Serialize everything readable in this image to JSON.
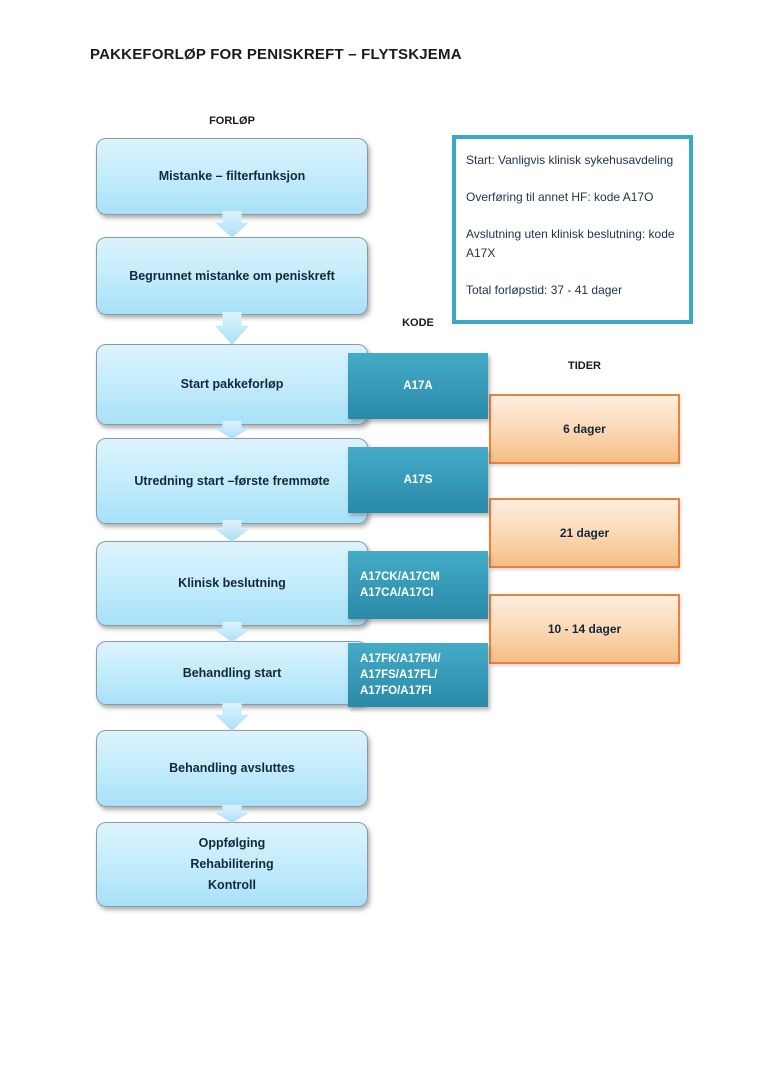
{
  "title": "PAKKEFORLØP FOR PENISKREFT – FLYTSKJEMA",
  "columns": {
    "flow_label": "FORLØP",
    "code_label": "KODE",
    "time_label": "TIDER"
  },
  "flow": {
    "steps": [
      {
        "lines": [
          "Mistanke – filterfunksjon"
        ]
      },
      {
        "lines": [
          "Begrunnet mistanke om peniskreft"
        ]
      },
      {
        "lines": [
          "Start pakkeforløp"
        ]
      },
      {
        "lines": [
          "Utredning start –første fremmøte"
        ]
      },
      {
        "lines": [
          "Klinisk beslutning"
        ]
      },
      {
        "lines": [
          "Behandling start"
        ]
      },
      {
        "lines": [
          "Behandling avsluttes"
        ]
      },
      {
        "lines": [
          "Oppfølging",
          "Rehabilitering",
          "Kontroll"
        ]
      }
    ]
  },
  "codes": [
    {
      "lines": [
        "A17A"
      ]
    },
    {
      "lines": [
        "A17S"
      ]
    },
    {
      "lines": [
        "A17CK/A17CM",
        "A17CA/A17CI"
      ]
    },
    {
      "lines": [
        "A17FK/A17FM/",
        "A17FS/A17FL/",
        "A17FO/A17FI"
      ]
    }
  ],
  "times": [
    {
      "label": "6 dager"
    },
    {
      "label": "21 dager"
    },
    {
      "label": "10 - 14 dager"
    }
  ],
  "info_box": {
    "lines": [
      "Start: Vanligvis klinisk sykehusavdeling",
      "Overføring til annet HF: kode A17O",
      "Avslutning uten klinisk beslutning: kode A17X",
      "Total forløpstid: 37 - 41 dager"
    ]
  },
  "colors": {
    "flow_box_top": "#ddf3fd",
    "flow_box_bottom": "#a8e1f8",
    "code_box_top": "#44abc7",
    "code_box_bottom": "#2a8aa8",
    "time_box_border": "#e8813b",
    "time_box_fill_top": "#fdeedf",
    "time_box_fill_bottom": "#f6bd85",
    "info_box_border": "#3aa8c6",
    "arrow_fill": "#c3e9f8",
    "text_dark": "#14283c"
  }
}
